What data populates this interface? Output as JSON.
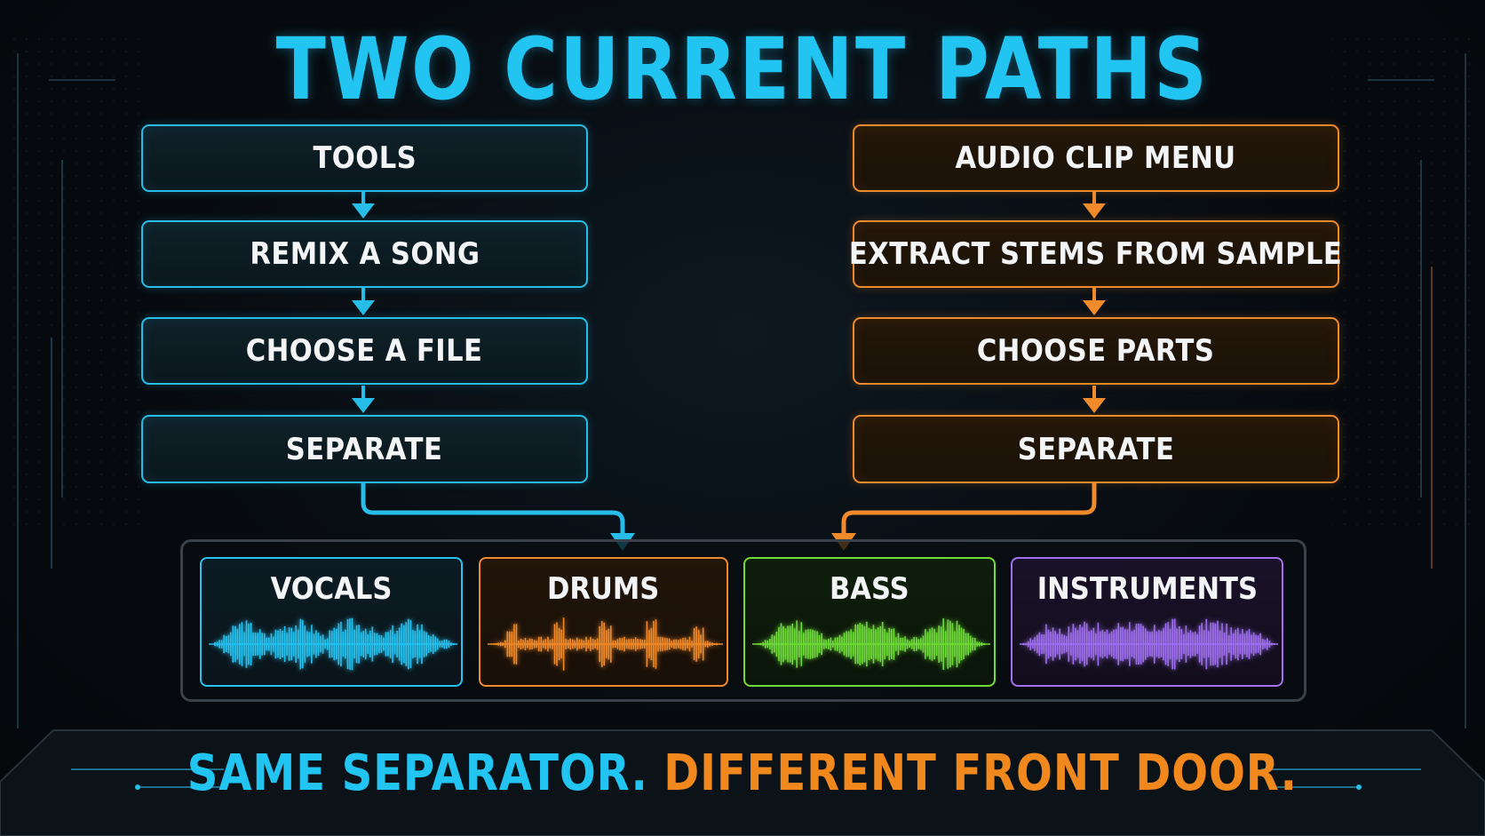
{
  "title": "TWO CURRENT PATHS",
  "left_path": {
    "accent": "#27bde8",
    "steps": [
      "TOOLS",
      "REMIX A SONG",
      "CHOOSE A FILE",
      "SEPARATE"
    ]
  },
  "right_path": {
    "accent": "#f08a2a",
    "steps": [
      "AUDIO CLIP MENU",
      "EXTRACT STEMS FROM SAMPLE",
      "CHOOSE PARTS",
      "SEPARATE"
    ]
  },
  "stems": [
    {
      "label": "VOCALS",
      "color": "#27c3f0",
      "icon": "waveform-icon"
    },
    {
      "label": "DRUMS",
      "color": "#f08a2a",
      "icon": "waveform-icon"
    },
    {
      "label": "BASS",
      "color": "#6fdc3a",
      "icon": "waveform-icon"
    },
    {
      "label": "INSTRUMENTS",
      "color": "#a070f0",
      "icon": "waveform-icon"
    }
  ],
  "tagline": {
    "part1": "SAME SEPARATOR.",
    "part2": "DIFFERENT FRONT DOOR."
  }
}
